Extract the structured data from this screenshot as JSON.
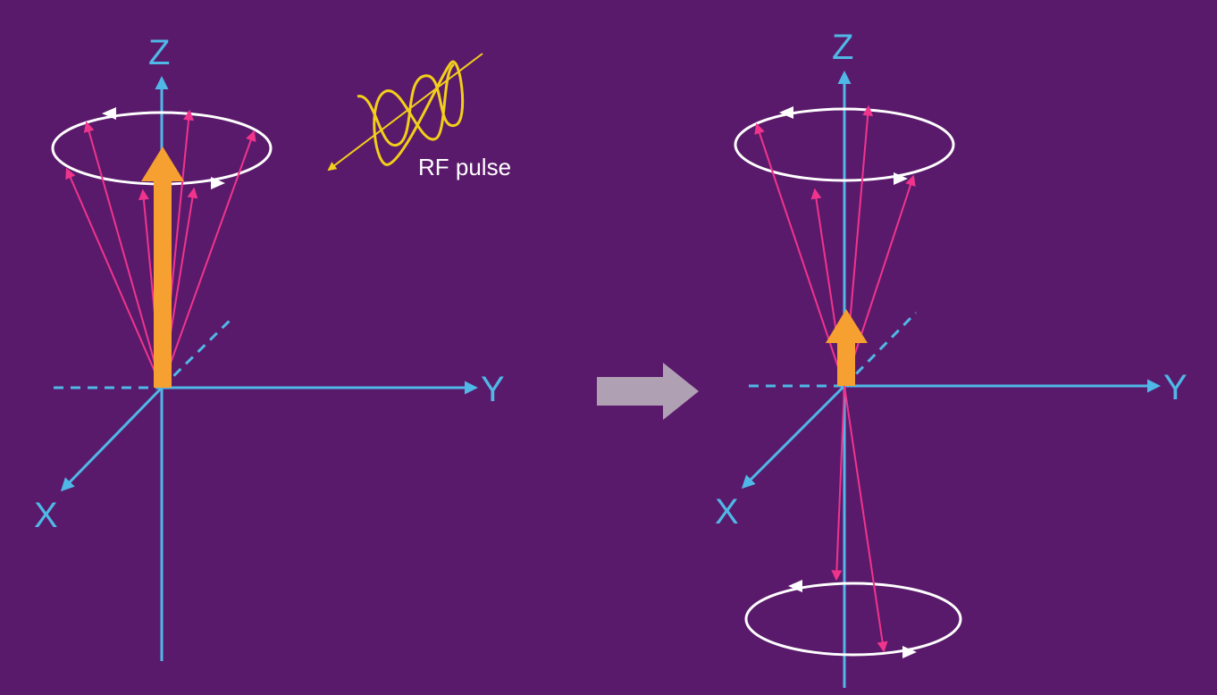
{
  "colors": {
    "background": "#5a1a6b",
    "axis": "#4fb8e6",
    "spin": "#f0348c",
    "net_magnetization": "#f5a030",
    "precession": "#ffffff",
    "rf_wave": "#f2cf1a",
    "transition_arrow": "#b0a0b4",
    "label_text": "#ffffff"
  },
  "left_panel": {
    "axis_labels": {
      "z": "Z",
      "y": "Y",
      "x": "X"
    }
  },
  "right_panel": {
    "axis_labels": {
      "z": "Z",
      "y": "Y",
      "x": "X"
    }
  },
  "rf_pulse": {
    "label": "RF pulse",
    "wave_icon": "sine-wave-icon"
  },
  "transition": {
    "icon": "right-arrow-icon"
  },
  "net_magnetization": {
    "left_relative_length": 1.0,
    "right_relative_length": 0.3
  }
}
